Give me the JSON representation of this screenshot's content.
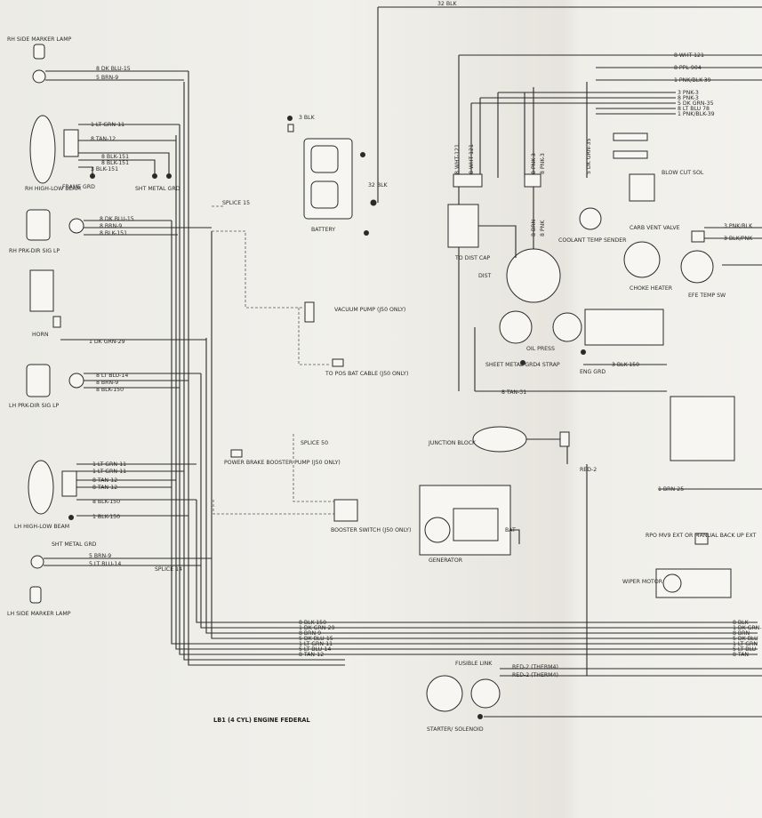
{
  "left_components": {
    "rh_side_marker": "RH SIDE MARKER LAMP",
    "rh_headlamp": "RH HIGH-LOW BEAM",
    "frame_grd": "FRAME GRD",
    "sht_metal_grd_rh": "SHT METAL GRD",
    "rh_park_dir": "RH PRK-DIR SIG LP",
    "horn": "HORN",
    "lh_park_dir": "LH PRK-DIR SIG LP",
    "lh_headlamp": "LH HIGH-LOW BEAM",
    "sht_metal_grd_lh": "SHT METAL GRD",
    "lh_side_marker": "LH SIDE MARKER LAMP"
  },
  "left_wires": {
    "rh_marker_1": "8 DK BLU-15",
    "rh_marker_2": "5 BRN-9",
    "rh_head_1": "1 LT GRN-11",
    "rh_head_2": "8 TAN-12",
    "rh_head_3": "8 BLK-151",
    "rh_head_4": "8 BLK-151",
    "rh_head_5": "3 BLK-151",
    "rh_prk_1": "8 DK BLU-15",
    "rh_prk_2": "8 BRN-9",
    "rh_prk_3": "8 BLK-151",
    "horn_wire": "1 DK GRN-29",
    "lh_prk_1": "8 LT BLU-14",
    "lh_prk_2": "8 BRN-9",
    "lh_prk_3": "8 BLK-150",
    "lh_head_1": "1 LT GRN-11",
    "lh_head_2": "1 LT GRN-11",
    "lh_head_3": "8 TAN-12",
    "lh_head_4": "8 TAN-12",
    "lh_head_5": "8 BLK-150",
    "lh_head_6": "1 BLK-150",
    "lh_marker_1": "5 BRN-9",
    "lh_marker_2": "5 LT BLU-14"
  },
  "center": {
    "top_wire": "32 BLK",
    "batt_wire_1": "3 BLK",
    "batt_wire_2": "32 BLK",
    "battery": "BATTERY",
    "vacuum_pump": "VACUUM PUMP (J50 ONLY)",
    "to_pos_bat": "TO POS BAT CABLE (J50 ONLY)",
    "power_brake": "POWER BRAKE BOOSTER PUMP (J50 ONLY)",
    "booster_switch": "BOOSTER SWITCH (J50 ONLY)",
    "splice_vac": "SPLICE 15",
    "splice_power": "SPLICE 50",
    "splice_lh": "SPLICE 14",
    "generator": "GENERATOR",
    "bat": "BAT",
    "junction": "JUNCTION BLOCK",
    "sheet_metal": "SHEET METAL GRD",
    "strap": "4 STRAP",
    "eng_grd": "ENG GRD",
    "oil_press": "OIL PRESS",
    "starter": "STARTER/ SOLENOID",
    "fusible": "FUSIBLE LINK",
    "red_1": "RED-2 (THERM4)",
    "red_2": "RED-2 (THERM4)",
    "engine": "LB1 (4 CYL) ENGINE FEDERAL",
    "tan_31": "8 TAN-31",
    "blk_150": "3 BLK-150",
    "brn_25": "1 BRN-25",
    "red_wire": "RED-2"
  },
  "bottom_bundle": [
    "8 BLK-150",
    "1 DK GRN-29",
    "8 BRN-9",
    "5 DK BLU-15",
    "1 LT GRN-11",
    "5 LT BLU-14",
    "8 TAN-12"
  ],
  "bottom_right_bundle": [
    "8 BLK-",
    "1 DK GRN-",
    "8 BRN-",
    "5 DK BLU",
    "1 LT GRN",
    "5 LT BLU",
    "8 TAN-"
  ],
  "right_components": {
    "dist": "DIST",
    "to_dist_cap": "TO DIST CAP",
    "coolant": "COOLANT TEMP SENDER",
    "choke": "CHOKE HEATER",
    "carb": "CARB VENT VALVE",
    "blow_cut": "BLOW CUT SOL",
    "efe": "EFE TEMP SW",
    "rpo": "RPO MV9 EXT OR MANUAL BACK UP EXT",
    "wiper": "WIPER MOTOR"
  },
  "right_wires": {
    "top_1": "8 WHT-121",
    "top_2": "8 PPL-904",
    "top_3": "1 PNK/BLK-39",
    "top_4": "3 PNK-3",
    "top_5": "8 PNK-3",
    "top_6": "5 DK GRN-35",
    "top_7": "8 LT BLU 78",
    "top_8": "1 PNK/BLK-39",
    "dist_1": "8 WHT-121",
    "dist_2": "8 WHT-121",
    "dist_3": "8 PNK-3",
    "dist_4": "8 PNK-3",
    "dist_5": "5 DK GRN-35",
    "dist_6": "8 BRN",
    "dist_7": "8 PNK",
    "right_1": "3 PNK/BLK",
    "right_2": "3 BLK/PNK"
  }
}
